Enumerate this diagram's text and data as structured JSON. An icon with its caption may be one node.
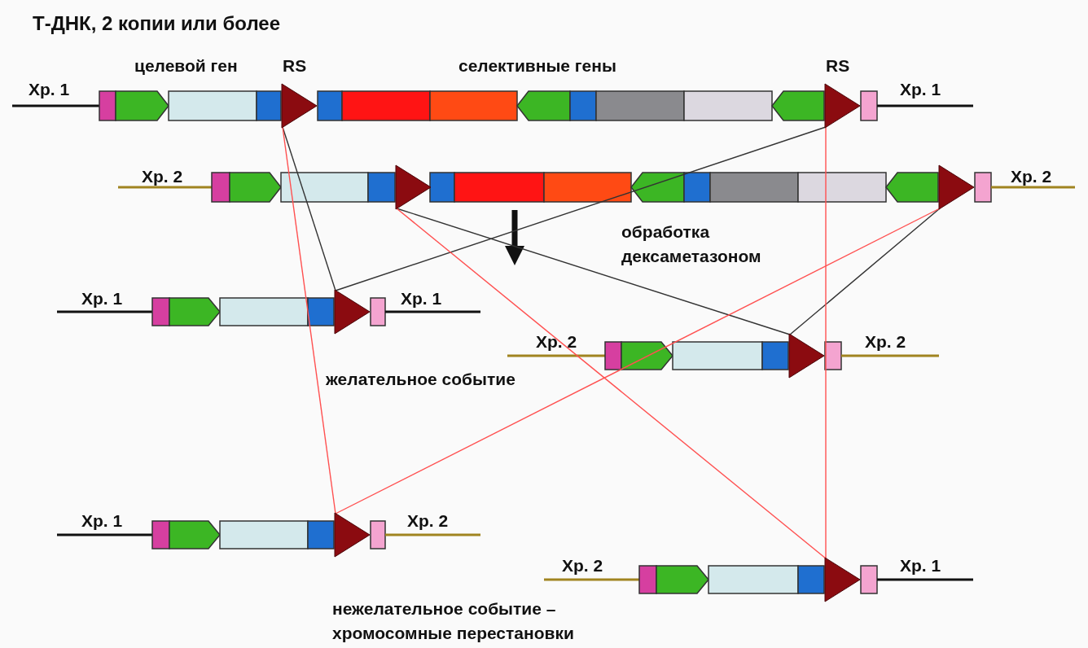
{
  "diagram": {
    "title": "Т-ДНК, 2 копии или более",
    "nodes": [
      {
        "text": [],
        "shape": "triangle",
        "beside": [
          "RS"
        ]
      },
      {
        "text": [],
        "shape": "triangle",
        "beside": [
          "RS"
        ]
      },
      {
        "text": [],
        "shape": "triangle"
      },
      {
        "text": [],
        "shape": "triangle"
      },
      {
        "text": [],
        "shape": "triangle"
      },
      {
        "text": [],
        "shape": "triangle"
      },
      {
        "text": [],
        "shape": "triangle"
      },
      {
        "text": [],
        "shape": "triangle"
      }
    ],
    "edges": [
      {
        "from": 0,
        "to": 4,
        "arrow": "none"
      },
      {
        "from": 1,
        "to": 4,
        "arrow": "none"
      },
      {
        "from": 2,
        "to": 5,
        "arrow": "none"
      },
      {
        "from": 3,
        "to": 5,
        "arrow": "none"
      },
      {
        "from": 0,
        "to": 6,
        "arrow": "none",
        "color": "#ff5050"
      },
      {
        "from": 3,
        "to": 6,
        "arrow": "none",
        "color": "#ff5050"
      },
      {
        "from": 2,
        "to": 7,
        "arrow": "none",
        "color": "#ff5050"
      },
      {
        "from": 1,
        "to": 7,
        "arrow": "none",
        "color": "#ff5050"
      }
    ],
    "labels": [
      "целевой ген",
      "селективные гены",
      "Хр. 1",
      "Хр. 1",
      "Хр. 2",
      "Хр. 2",
      "обработка дексаметазоном",
      "Хр. 1",
      "Хр. 1",
      "Хр. 2",
      "Хр. 2",
      "желательное событие",
      "Хр. 1",
      "Хр. 2",
      "Хр. 2",
      "Хр. 1",
      "нежелательное событие – хромосомные перестановки"
    ]
  }
}
